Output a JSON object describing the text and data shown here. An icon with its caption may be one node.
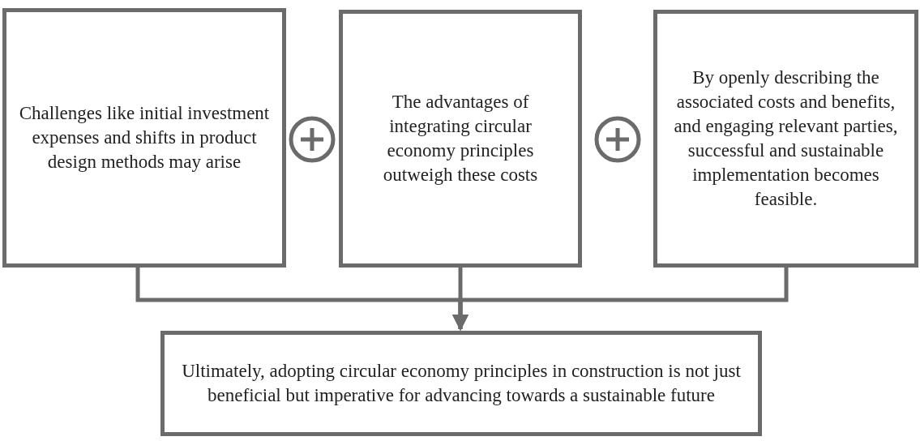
{
  "diagram": {
    "nodes": [
      {
        "text": [
          "Challenges like initial investment expenses and shifts in product design methods may arise"
        ]
      },
      {
        "text": [
          "The advantages of integrating circular economy principles outweigh these costs"
        ]
      },
      {
        "text": [
          "By openly describing the associated costs and benefits, and engaging relevant parties, successful and sustainable implementation becomes feasible."
        ]
      },
      {
        "text": [
          "Ultimately, adopting circular economy principles in construction is not just beneficial but imperative for advancing towards a sustainable future"
        ]
      }
    ],
    "edges": [
      {
        "from": 0,
        "to": 3,
        "arrow": "to"
      },
      {
        "from": 1,
        "to": 3,
        "arrow": "to"
      },
      {
        "from": 2,
        "to": 3,
        "arrow": "to"
      }
    ]
  }
}
